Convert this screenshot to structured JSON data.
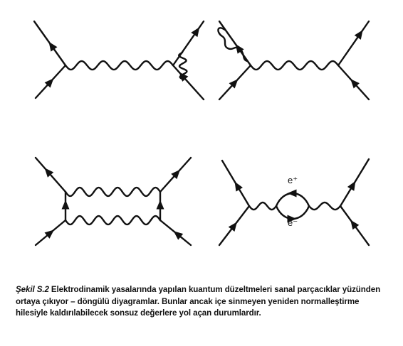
{
  "diagrams": [
    {
      "id": "vertex-correction"
    },
    {
      "id": "self-energy-correction"
    },
    {
      "id": "ladder-double-photon"
    },
    {
      "id": "vacuum-polarization",
      "loop_labels": {
        "top": "e⁺",
        "bottom": "e⁻"
      }
    }
  ],
  "caption": {
    "label": "Şekil S.2",
    "text": "Elektrodinamik yasalarında yapılan kuantum düzeltmeleri sanal parçacıklar yüzünden ortaya çıkıyor – döngülü diyagramlar. Bunlar ancak içe sinmeyen yeniden normalleştirme hilesiyle kaldırılabilecek sonsuz değerlere yol açan durumlardır."
  },
  "colors": {
    "ink": "#111111",
    "background": "#ffffff"
  }
}
